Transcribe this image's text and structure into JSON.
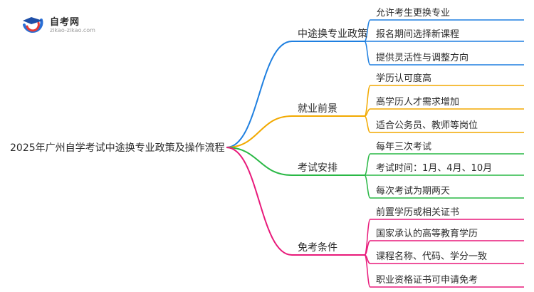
{
  "logo": {
    "title": "自考网",
    "url": "zikao-zikao.com"
  },
  "root": {
    "label": "2025年广州自学考试中途换专业政策及操作流程",
    "color": "#2b2b2b"
  },
  "branches": [
    {
      "label": "中途换专业政策",
      "color": "#1E7FE0",
      "children": [
        "允许考生更换专业",
        "报名期间选择新课程",
        "提供灵活性与调整方向"
      ]
    },
    {
      "label": "就业前景",
      "color": "#F2A900",
      "children": [
        "学历认可度高",
        "高学历人才需求增加",
        "适合公务员、教师等岗位"
      ]
    },
    {
      "label": "考试安排",
      "color": "#29B845",
      "children": [
        "每年三次考试",
        "考试时间：1月、4月、10月",
        "每次考试为期两天"
      ]
    },
    {
      "label": "免考条件",
      "color": "#E8197A",
      "children": [
        "前置学历或相关证书",
        "国家承认的高等教育学历",
        "课程名称、代码、学分一致",
        "职业资格证书可申请免考"
      ]
    }
  ]
}
